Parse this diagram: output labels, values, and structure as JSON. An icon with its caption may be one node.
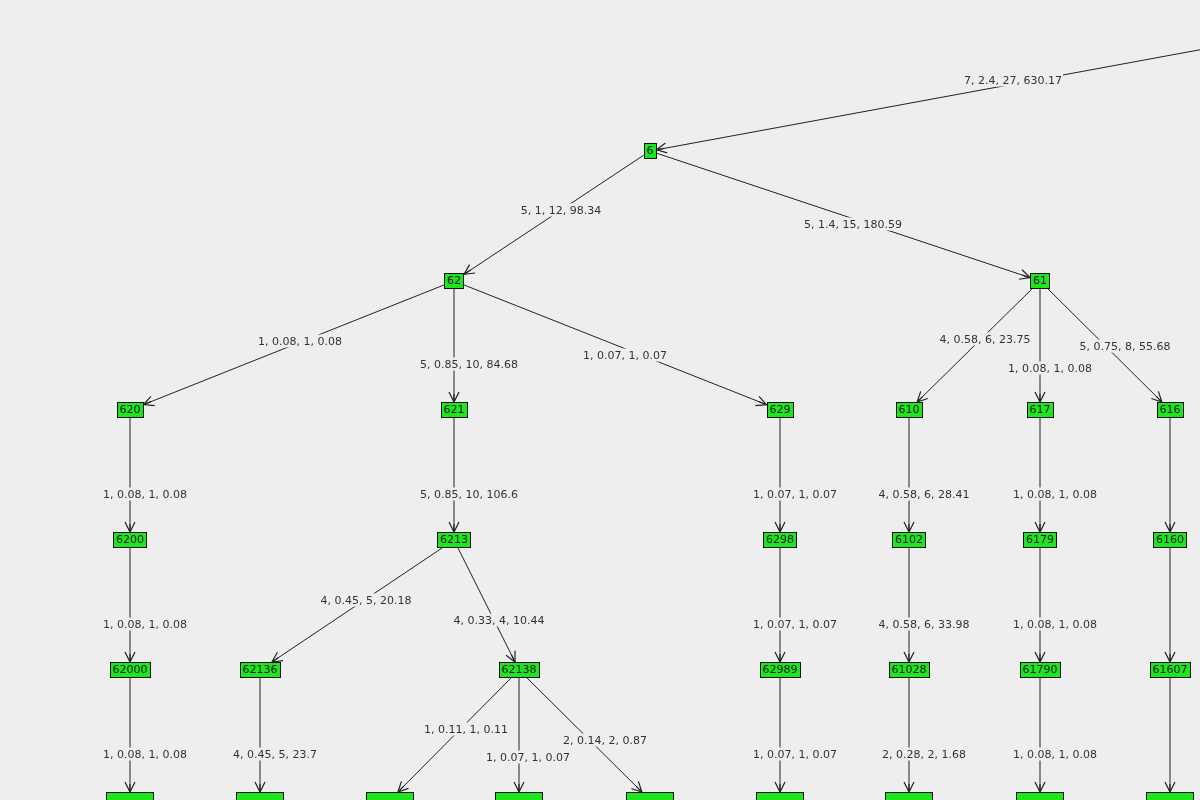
{
  "diagram": {
    "nodes": [
      {
        "text": [
          "6"
        ]
      },
      {
        "text": [
          "62"
        ]
      },
      {
        "text": [
          "61"
        ]
      },
      {
        "text": [
          "620"
        ]
      },
      {
        "text": [
          "621"
        ]
      },
      {
        "text": [
          "629"
        ]
      },
      {
        "text": [
          "610"
        ]
      },
      {
        "text": [
          "617"
        ]
      },
      {
        "text": [
          "616"
        ]
      },
      {
        "text": [
          "6200"
        ]
      },
      {
        "text": [
          "6213"
        ]
      },
      {
        "text": [
          "6298"
        ]
      },
      {
        "text": [
          "6102"
        ]
      },
      {
        "text": [
          "6179"
        ]
      },
      {
        "text": [
          "6160"
        ]
      },
      {
        "text": [
          "62000"
        ]
      },
      {
        "text": [
          "62136"
        ]
      },
      {
        "text": [
          "62138"
        ]
      },
      {
        "text": [
          "62989"
        ]
      },
      {
        "text": [
          "61028"
        ]
      },
      {
        "text": [
          "61790"
        ]
      },
      {
        "text": [
          "61607"
        ]
      },
      {
        "text": [],
        "shape": "box"
      },
      {
        "text": [],
        "shape": "box"
      },
      {
        "text": [],
        "shape": "box"
      },
      {
        "text": [],
        "shape": "box"
      },
      {
        "text": [],
        "shape": "box"
      },
      {
        "text": [],
        "shape": "box"
      },
      {
        "text": [],
        "shape": "box"
      },
      {
        "text": [],
        "shape": "box"
      },
      {
        "text": [],
        "shape": "box"
      }
    ],
    "edges": [
      {
        "from": null,
        "to": 0,
        "arrow": "to",
        "label": "7, 2.4, 27, 630.17"
      },
      {
        "from": 0,
        "to": 1,
        "arrow": "to",
        "label": "5, 1, 12, 98.34"
      },
      {
        "from": 0,
        "to": 2,
        "arrow": "to",
        "label": "5, 1.4, 15, 180.59"
      },
      {
        "from": 1,
        "to": 3,
        "arrow": "to",
        "label": "1, 0.08, 1, 0.08"
      },
      {
        "from": 1,
        "to": 4,
        "arrow": "to",
        "label": "5, 0.85, 10, 84.68"
      },
      {
        "from": 1,
        "to": 5,
        "arrow": "to",
        "label": "1, 0.07, 1, 0.07"
      },
      {
        "from": 2,
        "to": 6,
        "arrow": "to",
        "label": "4, 0.58, 6, 23.75"
      },
      {
        "from": 2,
        "to": 7,
        "arrow": "to",
        "label": "1, 0.08, 1, 0.08"
      },
      {
        "from": 2,
        "to": 8,
        "arrow": "to",
        "label": "5, 0.75, 8, 55.68"
      },
      {
        "from": 3,
        "to": 9,
        "arrow": "to",
        "label": "1, 0.08, 1, 0.08"
      },
      {
        "from": 4,
        "to": 10,
        "arrow": "to",
        "label": "5, 0.85, 10, 106.6"
      },
      {
        "from": 5,
        "to": 11,
        "arrow": "to",
        "label": "1, 0.07, 1, 0.07"
      },
      {
        "from": 6,
        "to": 12,
        "arrow": "to",
        "label": "4, 0.58, 6, 28.41"
      },
      {
        "from": 7,
        "to": 13,
        "arrow": "to",
        "label": "1, 0.08, 1, 0.08"
      },
      {
        "from": 8,
        "to": 14,
        "arrow": "to"
      },
      {
        "from": 9,
        "to": 15,
        "arrow": "to",
        "label": "1, 0.08, 1, 0.08"
      },
      {
        "from": 10,
        "to": 16,
        "arrow": "to",
        "label": "4, 0.45, 5, 20.18"
      },
      {
        "from": 10,
        "to": 17,
        "arrow": "to",
        "label": "4, 0.33, 4, 10.44"
      },
      {
        "from": 11,
        "to": 18,
        "arrow": "to",
        "label": "1, 0.07, 1, 0.07"
      },
      {
        "from": 12,
        "to": 19,
        "arrow": "to",
        "label": "4, 0.58, 6, 33.98"
      },
      {
        "from": 13,
        "to": 20,
        "arrow": "to",
        "label": "1, 0.08, 1, 0.08"
      },
      {
        "from": 14,
        "to": 21,
        "arrow": "to"
      },
      {
        "from": 15,
        "to": 22,
        "arrow": "to",
        "label": "1, 0.08, 1, 0.08"
      },
      {
        "from": 16,
        "to": 23,
        "arrow": "to",
        "label": "4, 0.45, 5, 23.7"
      },
      {
        "from": 17,
        "to": 24,
        "arrow": "to",
        "label": "1, 0.11, 1, 0.11"
      },
      {
        "from": 17,
        "to": 25,
        "arrow": "to",
        "label": "1, 0.07, 1, 0.07"
      },
      {
        "from": 17,
        "to": 26,
        "arrow": "to",
        "label": "2, 0.14, 2, 0.87"
      },
      {
        "from": 18,
        "to": 27,
        "arrow": "to",
        "label": "1, 0.07, 1, 0.07"
      },
      {
        "from": 19,
        "to": 28,
        "arrow": "to",
        "label": "2, 0.28, 2, 1.68"
      },
      {
        "from": 20,
        "to": 29,
        "arrow": "to",
        "label": "1, 0.08, 1, 0.08"
      },
      {
        "from": 21,
        "to": 30,
        "arrow": "to"
      }
    ]
  }
}
